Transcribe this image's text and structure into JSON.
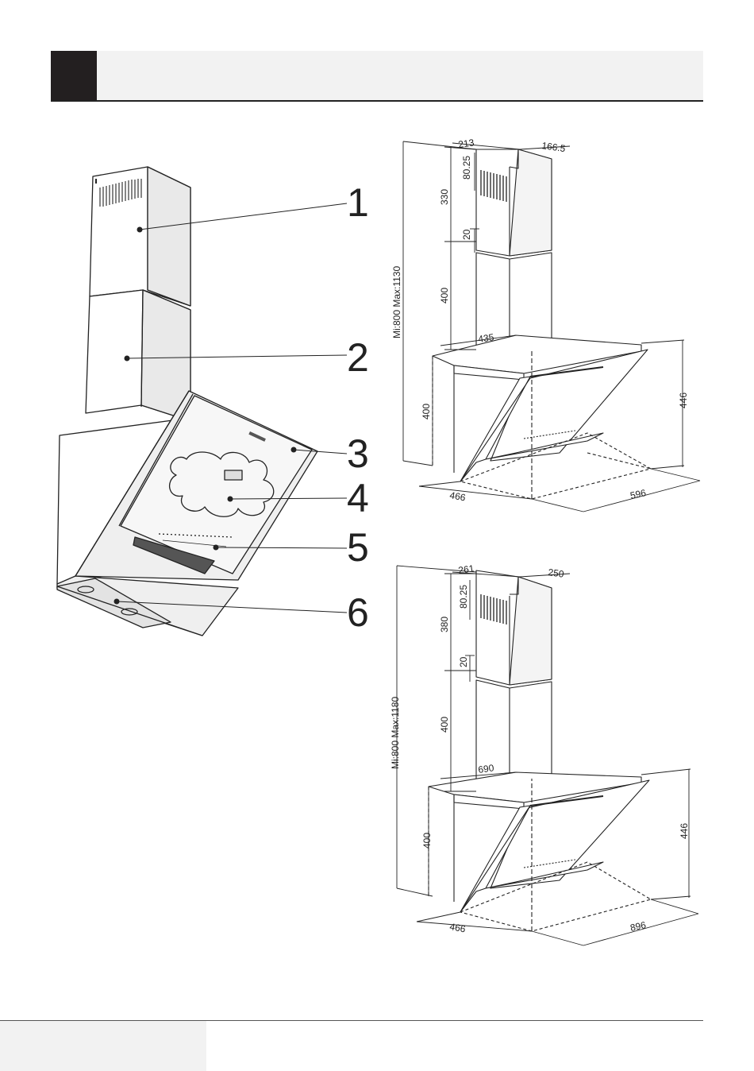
{
  "callouts": [
    "1",
    "2",
    "3",
    "4",
    "5",
    "6"
  ],
  "model_a": {
    "chimney_width": "213",
    "chimney_depth": "166.5",
    "vent_height": "80.25",
    "upper_height": "330",
    "overlap": "20",
    "lower_height": "400",
    "body_depth": "435",
    "body_height": "400",
    "glass_height": "446",
    "depth": "466",
    "width": "596",
    "total_height": "Mi:800  Max:1130"
  },
  "model_b": {
    "chimney_width": "261",
    "chimney_depth": "250",
    "vent_height": "80.25",
    "upper_height": "380",
    "overlap": "20",
    "lower_height": "400",
    "body_depth": "690",
    "body_height": "400",
    "glass_height": "446",
    "depth": "466",
    "width": "896",
    "total_height": "Mi:800  Max:1180"
  },
  "colors": {
    "dark_block": "#231f20",
    "band": "#f2f2f2",
    "line": "#222222"
  }
}
